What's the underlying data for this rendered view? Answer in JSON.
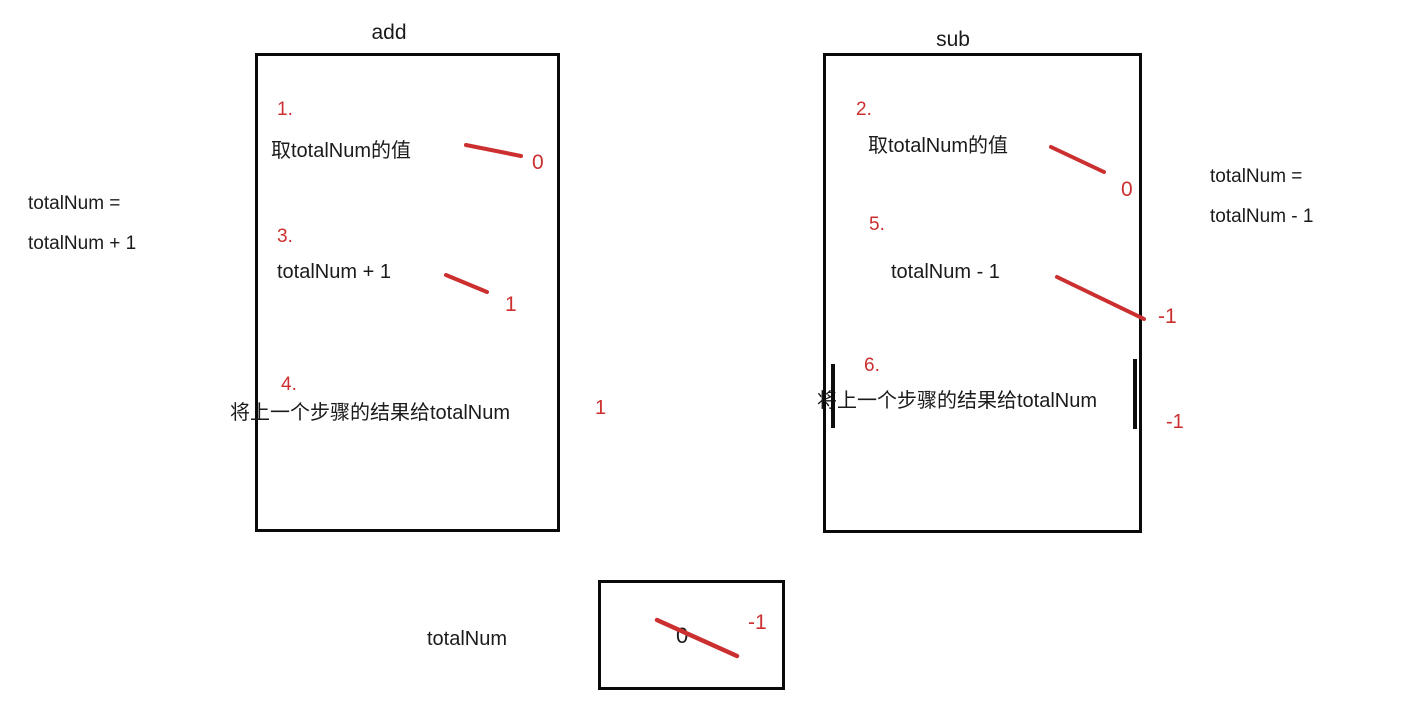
{
  "colors": {
    "annotation_red": "#cc2f2f",
    "text_black": "#1b1b1b",
    "border_black": "#0a0a0a"
  },
  "left_expression": {
    "line1": "totalNum =",
    "line2": "totalNum + 1"
  },
  "right_expression": {
    "line1": "totalNum =",
    "line2": "totalNum - 1"
  },
  "add_panel": {
    "title": "add",
    "steps": [
      {
        "num": "1.",
        "text": "取totalNum的值",
        "result": "0"
      },
      {
        "num": "3.",
        "text": "totalNum + 1",
        "result": "1"
      },
      {
        "num": "4.",
        "text": "将上一个步骤的结果给totalNum",
        "result": "1"
      }
    ]
  },
  "sub_panel": {
    "title": "sub",
    "steps": [
      {
        "num": "2.",
        "text": "取totalNum的值",
        "result": "0"
      },
      {
        "num": "5.",
        "text": "totalNum - 1",
        "result": "-1"
      },
      {
        "num": "6.",
        "text": "将上一个步骤的结果给totalNum",
        "result": "-1"
      }
    ]
  },
  "memory_box": {
    "label": "totalNum",
    "crossed_out_value": "0",
    "current_value": "-1"
  }
}
